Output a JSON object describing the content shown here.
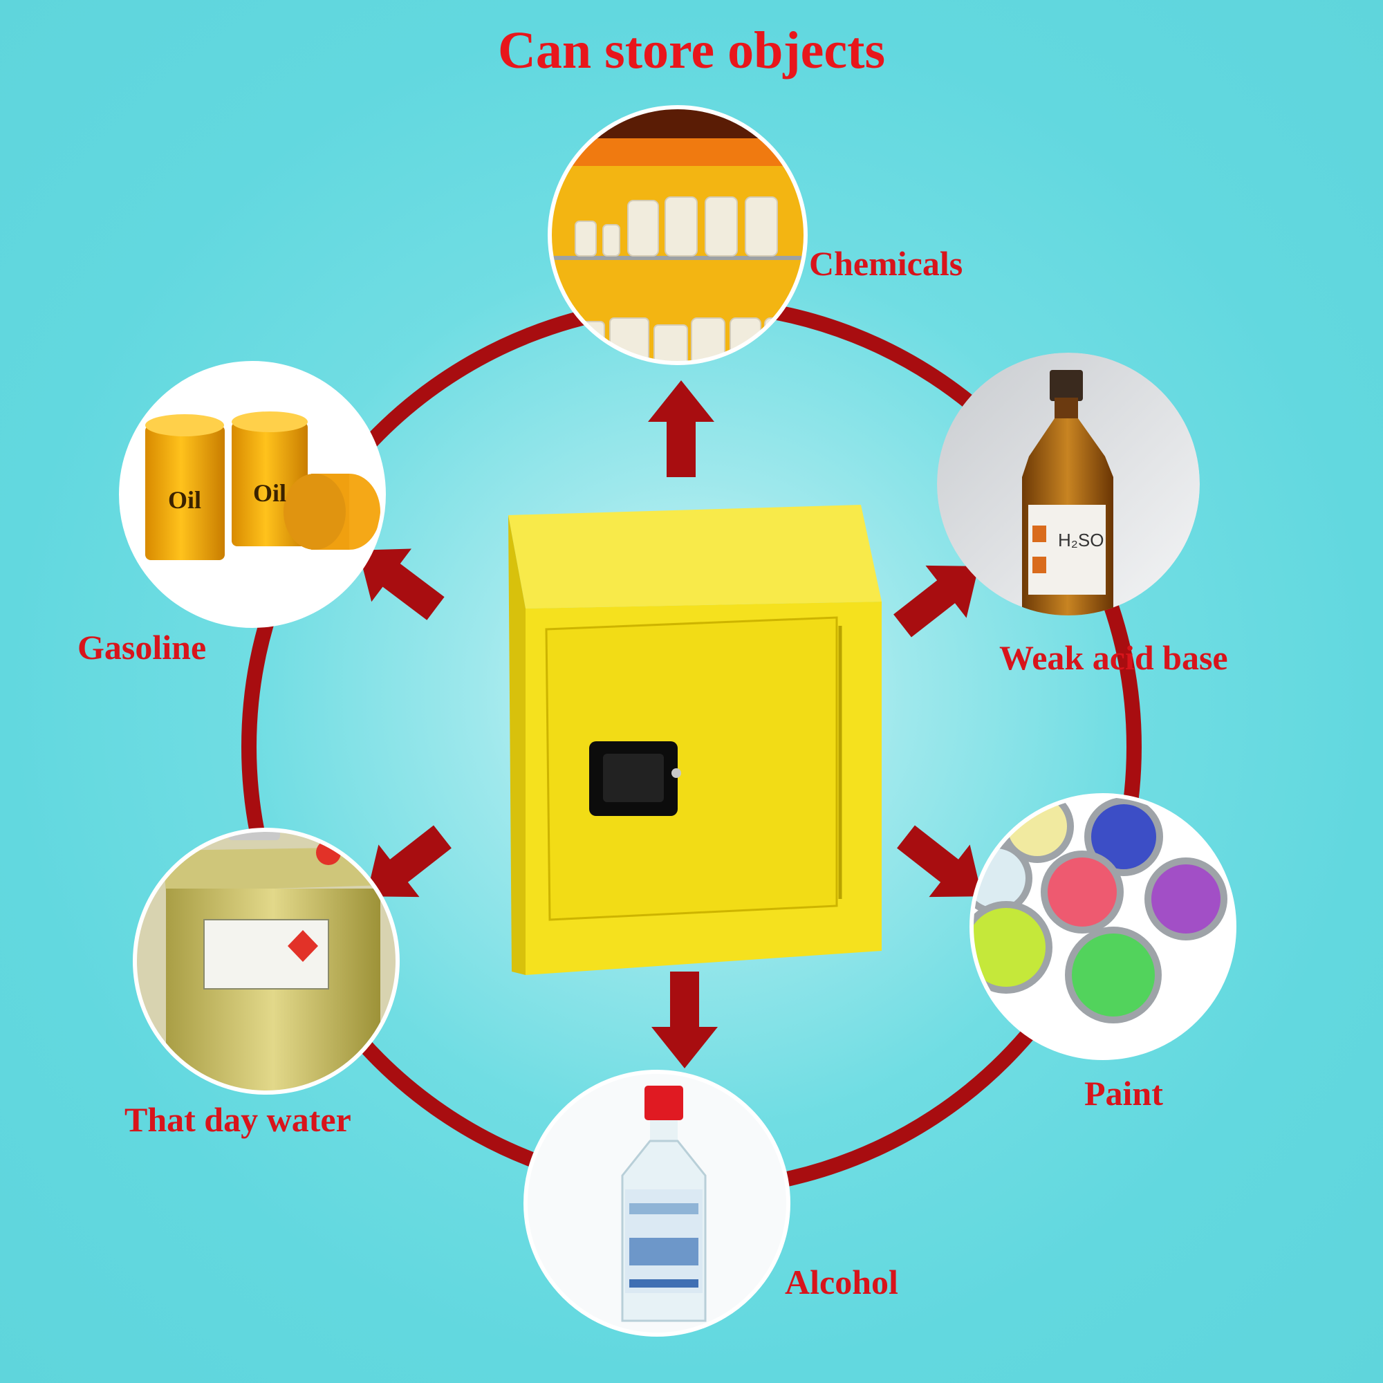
{
  "title": "Can store objects",
  "colors": {
    "accent": "#e8161b",
    "ring": "#a80d10",
    "cabinet": "#f5e11e",
    "background": "#62d8df"
  },
  "center": {
    "icon": "yellow-safety-cabinet-icon"
  },
  "items": [
    {
      "key": "chemicals",
      "label": "Chemicals",
      "icon": "chemical-bottles-shelf-icon"
    },
    {
      "key": "weak-acid-base",
      "label": "Weak acid base",
      "icon": "acid-bottle-icon",
      "bottle_label": "H₂SO"
    },
    {
      "key": "paint",
      "label": "Paint",
      "icon": "paint-cans-icon"
    },
    {
      "key": "alcohol",
      "label": "Alcohol",
      "icon": "alcohol-bottle-icon"
    },
    {
      "key": "that-day-water",
      "label": "That day water",
      "icon": "metal-canister-icon"
    },
    {
      "key": "gasoline",
      "label": "Gasoline",
      "icon": "oil-barrels-icon",
      "barrel_label": "Oil"
    }
  ]
}
